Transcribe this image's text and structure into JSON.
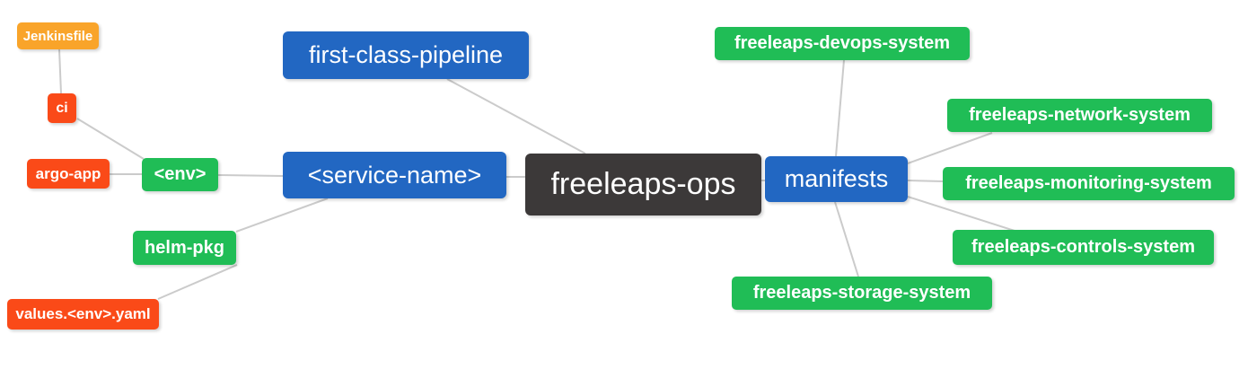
{
  "diagram": {
    "type": "mindmap",
    "root_label": "freeleaps-ops"
  },
  "nodes": {
    "freeleaps_ops": {
      "label": "freeleaps-ops",
      "level": "root"
    },
    "first_class_pipeline": {
      "label": "first-class-pipeline",
      "level": "branch"
    },
    "service_name": {
      "label": "<service-name>",
      "level": "branch"
    },
    "manifests": {
      "label": "manifests",
      "level": "branch"
    },
    "env": {
      "label": "<env>",
      "level": "sub"
    },
    "helm_pkg": {
      "label": "helm-pkg",
      "level": "sub"
    },
    "devops_system": {
      "label": "freeleaps-devops-system",
      "level": "sub"
    },
    "network_system": {
      "label": "freeleaps-network-system",
      "level": "sub"
    },
    "monitoring_system": {
      "label": "freeleaps-monitoring-system",
      "level": "sub"
    },
    "controls_system": {
      "label": "freeleaps-controls-system",
      "level": "sub"
    },
    "storage_system": {
      "label": "freeleaps-storage-system",
      "level": "sub"
    },
    "ci": {
      "label": "ci",
      "level": "leaf"
    },
    "argo_app": {
      "label": "argo-app",
      "level": "leaf"
    },
    "values_env_yaml": {
      "label": "values.<env>.yaml",
      "level": "leaf"
    },
    "jenkinsfile": {
      "label": "Jenkinsfile",
      "level": "file"
    }
  },
  "edges": [
    {
      "from": "Jenkinsfile",
      "to": "ci"
    },
    {
      "from": "ci",
      "to": "<env>"
    },
    {
      "from": "argo-app",
      "to": "<env>"
    },
    {
      "from": "<env>",
      "to": "<service-name>"
    },
    {
      "from": "helm-pkg",
      "to": "<service-name>"
    },
    {
      "from": "values.<env>.yaml",
      "to": "helm-pkg"
    },
    {
      "from": "first-class-pipeline",
      "to": "freeleaps-ops"
    },
    {
      "from": "<service-name>",
      "to": "freeleaps-ops"
    },
    {
      "from": "freeleaps-ops",
      "to": "manifests"
    },
    {
      "from": "manifests",
      "to": "freeleaps-devops-system"
    },
    {
      "from": "manifests",
      "to": "freeleaps-network-system"
    },
    {
      "from": "manifests",
      "to": "freeleaps-monitoring-system"
    },
    {
      "from": "manifests",
      "to": "freeleaps-controls-system"
    },
    {
      "from": "manifests",
      "to": "freeleaps-storage-system"
    }
  ],
  "colors": {
    "root_bg": "#3c3939",
    "branch_bg": "#2267c2",
    "sub_bg": "#20bd56",
    "leaf_bg": "#fa4a18",
    "file_bg": "#f9a42a",
    "edge_line": "#cbcbcb",
    "text": "#ffffff",
    "background": "#ffffff"
  }
}
